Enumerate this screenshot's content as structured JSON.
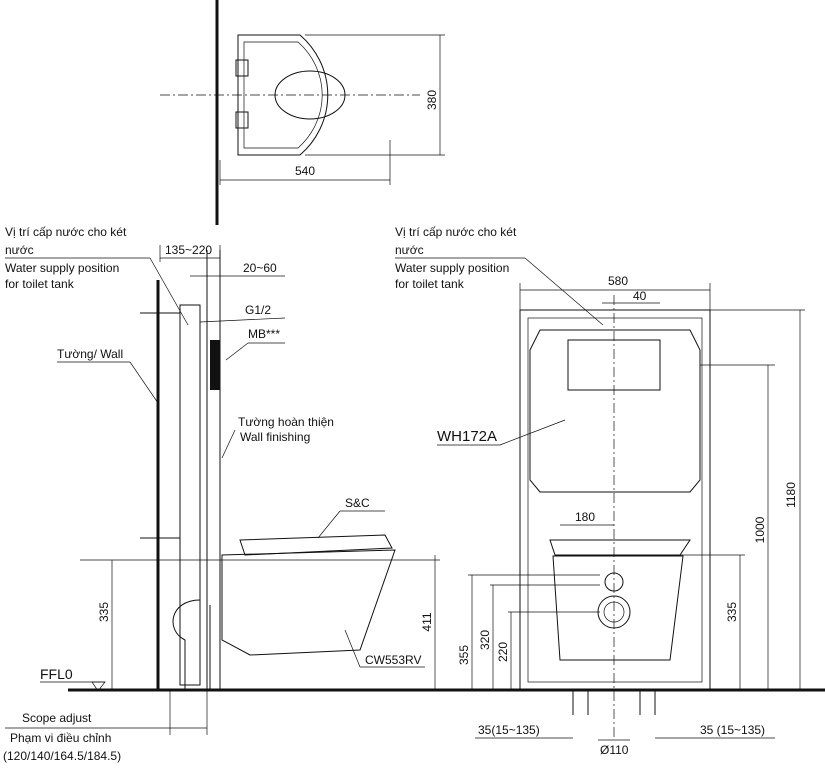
{
  "top_view": {
    "dim_depth": "380",
    "dim_length": "540"
  },
  "side_view": {
    "water_supply_vi_1": "Vị trí cấp nước cho két",
    "water_supply_vi_2": "nước",
    "water_supply_en_1": "Water supply position",
    "water_supply_en_2": "for toilet tank",
    "dim_frame_depth": "135~220",
    "dim_finish": "20~60",
    "label_g12": "G1/2",
    "label_mb": "MB***",
    "label_wall": "Tường/ Wall",
    "label_finish_vi": "Tường hoàn thiện",
    "label_finish_en": "Wall finishing",
    "label_sc": "S&C",
    "dim_335": "335",
    "dim_411": "411",
    "label_model": "CW553RV",
    "label_ffl": "FFL0",
    "scope_en": "Scope adjust",
    "scope_vi": "Phạm vi điều chỉnh",
    "scope_values": "(120/140/164.5/184.5)"
  },
  "front_view": {
    "water_supply_vi_1": "Vị trí cấp nước cho két",
    "water_supply_vi_2": "nước",
    "water_supply_en_1": "Water supply position",
    "water_supply_en_2": "for toilet tank",
    "dim_width": "580",
    "dim_offset": "40",
    "label_frame": "WH172A",
    "dim_180": "180",
    "dim_1000": "1000",
    "dim_1180": "1180",
    "dim_355": "355",
    "dim_320": "320",
    "dim_220": "220",
    "dim_335": "335",
    "dim_leg_left": "35(15~135)",
    "dim_pipe": "Ø110",
    "dim_leg_right": "35 (15~135)"
  }
}
